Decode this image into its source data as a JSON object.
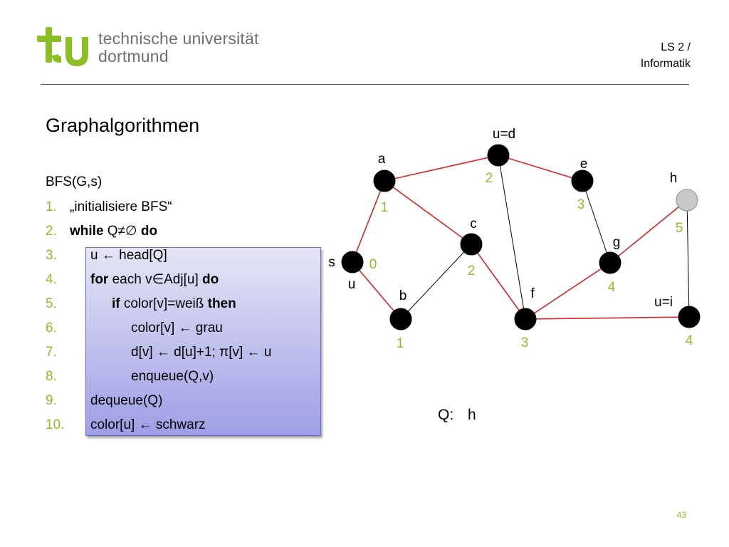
{
  "header": {
    "university_line1": "technische universität",
    "university_line2": "dortmund",
    "dept_line1": "LS 2 /",
    "dept_line2": "Informatik",
    "logo_color": "#8cbf26"
  },
  "title": "Graphalgorithmen",
  "algorithm": {
    "name": "BFS(G,s)",
    "lines": [
      {
        "num": "1.",
        "pre": "",
        "kw1": "",
        "text": "„initialisiere BFS“",
        "kw2": "",
        "post": ""
      },
      {
        "num": "2.",
        "pre": "",
        "kw1": "while",
        "text": " Q≠∅ ",
        "kw2": "do",
        "post": ""
      },
      {
        "num": "3.",
        "pre": "",
        "kw1": "",
        "text": "u ← head[Q]",
        "kw2": "",
        "post": ""
      },
      {
        "num": "4.",
        "pre": "",
        "kw1": "for",
        "text": " each v∈Adj[u] ",
        "kw2": "do",
        "post": ""
      },
      {
        "num": "5.",
        "pre": "",
        "kw1": "if",
        "text": " color[v]=weiß ",
        "kw2": "then",
        "post": ""
      },
      {
        "num": "6.",
        "pre": "",
        "kw1": "",
        "text": "color[v] ← grau",
        "kw2": "",
        "post": ""
      },
      {
        "num": "7.",
        "pre": "",
        "kw1": "",
        "text": "d[v] ← d[u]+1; π[v] ← u",
        "kw2": "",
        "post": ""
      },
      {
        "num": "8.",
        "pre": "",
        "kw1": "",
        "text": "enqueue(Q,v)",
        "kw2": "",
        "post": ""
      },
      {
        "num": "9.",
        "pre": "",
        "kw1": "",
        "text": "dequeue(Q)",
        "kw2": "",
        "post": ""
      },
      {
        "num": "10.",
        "pre": "",
        "kw1": "",
        "text": "color[u] ← schwarz",
        "kw2": "",
        "post": ""
      }
    ],
    "number_color": "#8cbf26",
    "box_colors": [
      "#e6e6f6",
      "#9e9ee6"
    ]
  },
  "graph": {
    "nodes": [
      {
        "id": "s",
        "label": "s",
        "extra_label": "u",
        "distance": "0",
        "color": "black"
      },
      {
        "id": "a",
        "label": "a",
        "extra_label": "",
        "distance": "1",
        "color": "black"
      },
      {
        "id": "b",
        "label": "b",
        "extra_label": "",
        "distance": "1",
        "color": "black"
      },
      {
        "id": "c",
        "label": "c",
        "extra_label": "",
        "distance": "2",
        "color": "black"
      },
      {
        "id": "d",
        "label": "u=d",
        "extra_label": "",
        "distance": "2",
        "color": "black"
      },
      {
        "id": "e",
        "label": "e",
        "extra_label": "",
        "distance": "3",
        "color": "black"
      },
      {
        "id": "f",
        "label": "f",
        "extra_label": "",
        "distance": "3",
        "color": "black"
      },
      {
        "id": "g",
        "label": "g",
        "extra_label": "",
        "distance": "4",
        "color": "black"
      },
      {
        "id": "h",
        "label": "h",
        "extra_label": "",
        "distance": "5",
        "color": "grey"
      },
      {
        "id": "i",
        "label": "u=i",
        "extra_label": "",
        "distance": "4",
        "color": "black"
      }
    ],
    "edges": [
      {
        "from": "s",
        "to": "a",
        "tree": true
      },
      {
        "from": "s",
        "to": "b",
        "tree": true
      },
      {
        "from": "a",
        "to": "d",
        "tree": true
      },
      {
        "from": "a",
        "to": "c",
        "tree": true
      },
      {
        "from": "b",
        "to": "c",
        "tree": false
      },
      {
        "from": "c",
        "to": "f",
        "tree": true
      },
      {
        "from": "d",
        "to": "e",
        "tree": true
      },
      {
        "from": "d",
        "to": "f",
        "tree": false
      },
      {
        "from": "e",
        "to": "g",
        "tree": false
      },
      {
        "from": "f",
        "to": "g",
        "tree": true
      },
      {
        "from": "f",
        "to": "i",
        "tree": true
      },
      {
        "from": "g",
        "to": "h",
        "tree": true
      },
      {
        "from": "h",
        "to": "i",
        "tree": false
      }
    ],
    "tree_edge_color": "#dd2222",
    "other_edge_color": "#000000",
    "distance_color": "#8cbf26",
    "grey_node_color": "#c8c8c8"
  },
  "queue": {
    "label": "Q:",
    "items": "h"
  },
  "page_number": "43"
}
